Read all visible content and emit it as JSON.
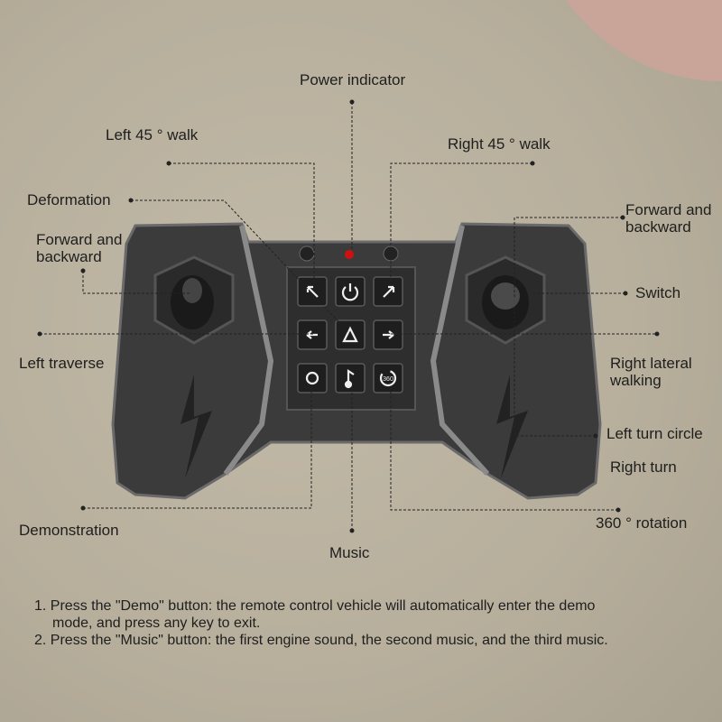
{
  "labels": {
    "power_indicator": "Power indicator",
    "left_45_walk": "Left 45 °  walk",
    "right_45_walk": "Right 45 °  walk",
    "deformation": "Deformation",
    "forward_backward_left_1": "Forward and",
    "forward_backward_left_2": "backward",
    "forward_backward_right_1": "Forward and",
    "forward_backward_right_2": "backward",
    "switch": "Switch",
    "left_traverse": "Left traverse",
    "right_lateral_1": "Right lateral",
    "right_lateral_2": "walking",
    "left_turn_circle": "Left turn circle",
    "right_turn": "Right turn",
    "demonstration": "Demonstration",
    "music": "Music",
    "rotation_360": "360 °  rotation"
  },
  "buttons": {
    "b360": "360"
  },
  "notes": {
    "line1a": "1. Press the \"Demo\" button: the remote control vehicle will automatically enter the demo",
    "line1b": "mode, and press any key to exit.",
    "line2": "2. Press the \"Music\" button: the first engine sound, the second music, and the third music."
  },
  "colors": {
    "led": "#d01010",
    "body": "#3a3a3a"
  }
}
